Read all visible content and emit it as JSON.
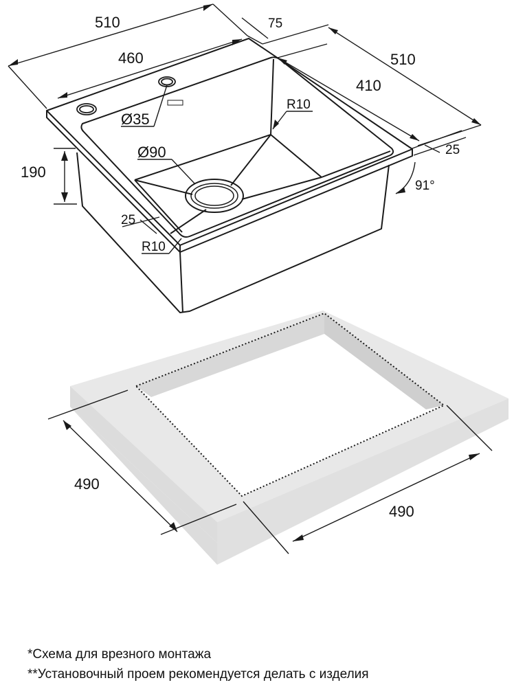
{
  "sink_dimensions": {
    "overall_width": "510",
    "overall_depth": "510",
    "bowl_width": "460",
    "bowl_depth": "410",
    "rim_back": "75",
    "rim_side": "25",
    "rim_front": "25",
    "bowl_height": "190",
    "tap_hole": "Ø35",
    "drain": "Ø90",
    "inner_radius": "R10",
    "corner_radius": "R10",
    "wall_angle": "91°"
  },
  "cutout_dimensions": {
    "width": "490",
    "depth": "490"
  },
  "notes": {
    "line1": "*Схема для врезного монтажа",
    "line2": "**Установочный проем рекомендуется делать с изделия"
  },
  "colors": {
    "line": "#1a1a1a",
    "countertop": "#e2e2e2",
    "cutout_wall": "#cfcfcf"
  }
}
